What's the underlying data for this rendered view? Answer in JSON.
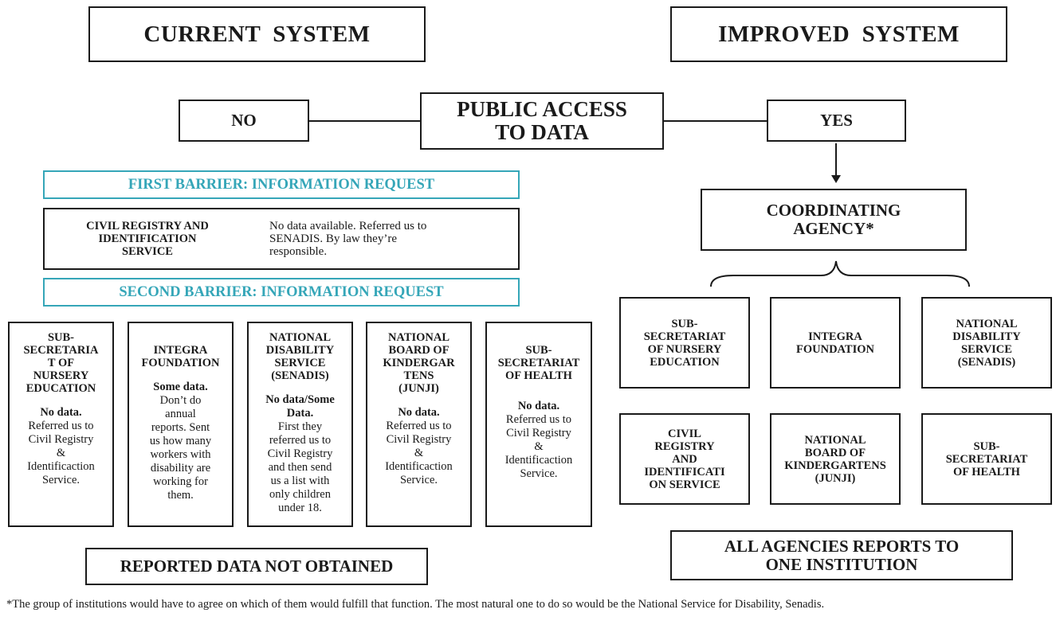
{
  "headers": {
    "current": "CURRENT  SYSTEM",
    "improved": "IMPROVED  SYSTEM"
  },
  "access": {
    "center": "PUBLIC ACCESS\nTO DATA",
    "no": "NO",
    "yes": "YES"
  },
  "current": {
    "first_barrier": "FIRST BARRIER: INFORMATION REQUEST",
    "civil_registry": {
      "name": "CIVIL REGISTRY AND\nIDENTIFICATION\nSERVICE",
      "response": "No data available. Referred us to\nSENADIS. By law they’re\nresponsible."
    },
    "second_barrier": "SECOND BARRIER: INFORMATION REQUEST",
    "institutions": [
      {
        "name": "SUB-\nSECRETARIA\nT OF\nNURSERY\nEDUCATION",
        "status": "No data.",
        "detail": "Referred us to\nCivil Registry\n&\nIdentificaction\nService."
      },
      {
        "name": "INTEGRA\nFOUNDATION",
        "status": "Some data.",
        "detail": "Don’t do\nannual\nreports. Sent\nus how many\nworkers with\ndisability are\nworking for\nthem."
      },
      {
        "name": "NATIONAL\nDISABILITY\nSERVICE\n(SENADIS)",
        "status": "No data/Some\nData.",
        "detail": "First they\nreferred us to\nCivil Registry\nand then send\nus a list with\nonly children\nunder 18."
      },
      {
        "name": "NATIONAL\nBOARD OF\nKINDERGAR\nTENS\n(JUNJI)",
        "status": "No data.",
        "detail": "Referred us to\nCivil Registry\n&\nIdentificaction\nService."
      },
      {
        "name": "SUB-\nSECRETARIAT\nOF HEALTH",
        "status": "No data.",
        "detail": "Referred us to\nCivil Registry\n&\nIdentificaction\nService."
      }
    ],
    "result": "REPORTED DATA NOT OBTAINED"
  },
  "improved": {
    "coordinating": "COORDINATING\nAGENCY*",
    "agencies": [
      "SUB-\nSECRETARIAT\nOF NURSERY\nEDUCATION",
      "INTEGRA\nFOUNDATION",
      "NATIONAL\nDISABILITY\nSERVICE\n(SENADIS)",
      "CIVIL\nREGISTRY\nAND\nIDENTIFICATI\nON SERVICE",
      "NATIONAL\nBOARD OF\nKINDERGARTENS\n(JUNJI)",
      "SUB-\nSECRETARIAT\nOF HEALTH"
    ],
    "result": "ALL AGENCIES REPORTS TO\nONE INSTITUTION"
  },
  "footnote": "*The group of institutions would have to agree on which of them would fulfill that function. The most natural one to do so would be the National Service for Disability, Senadis.",
  "colors": {
    "barrier": "#35a6b8",
    "border": "#1a1a1a"
  }
}
